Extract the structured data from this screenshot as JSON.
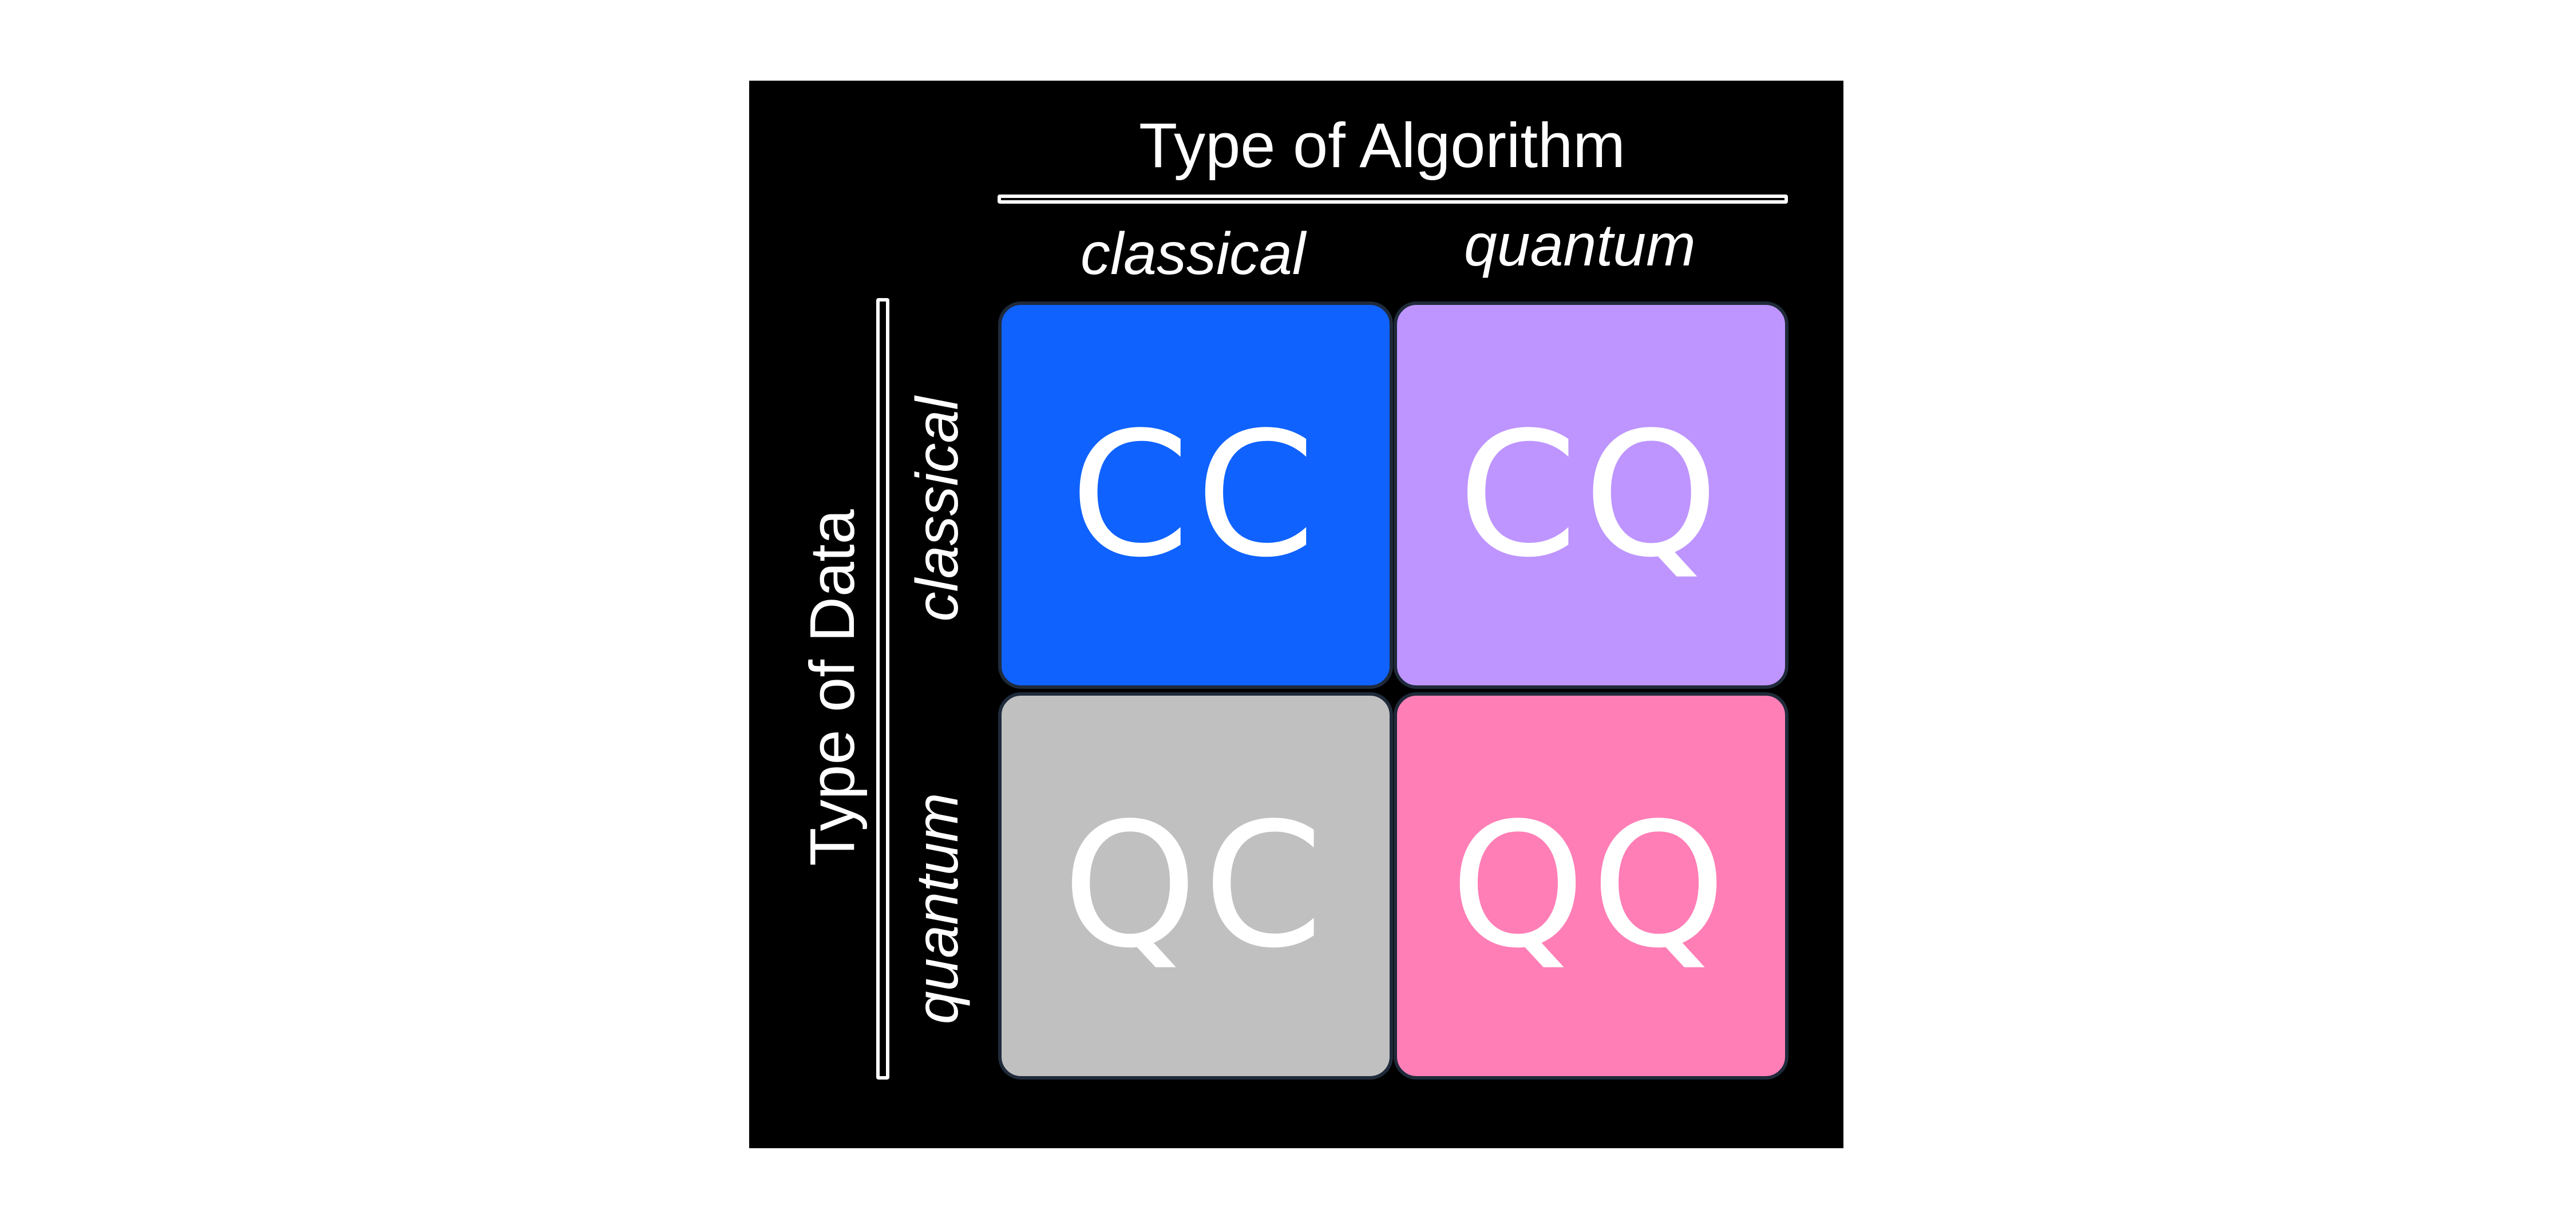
{
  "diagram": {
    "column_axis": {
      "title": "Type of Algorithm",
      "labels": [
        "classical",
        "quantum"
      ]
    },
    "row_axis": {
      "title": "Type of Data",
      "labels": [
        "classical",
        "quantum"
      ]
    },
    "cells": [
      {
        "text": "CC",
        "color": "#0f62fe"
      },
      {
        "text": "CQ",
        "color": "#be95ff"
      },
      {
        "text": "QC",
        "color": "#c0c0c0"
      },
      {
        "text": "QQ",
        "color": "#ff7eb6"
      }
    ]
  }
}
